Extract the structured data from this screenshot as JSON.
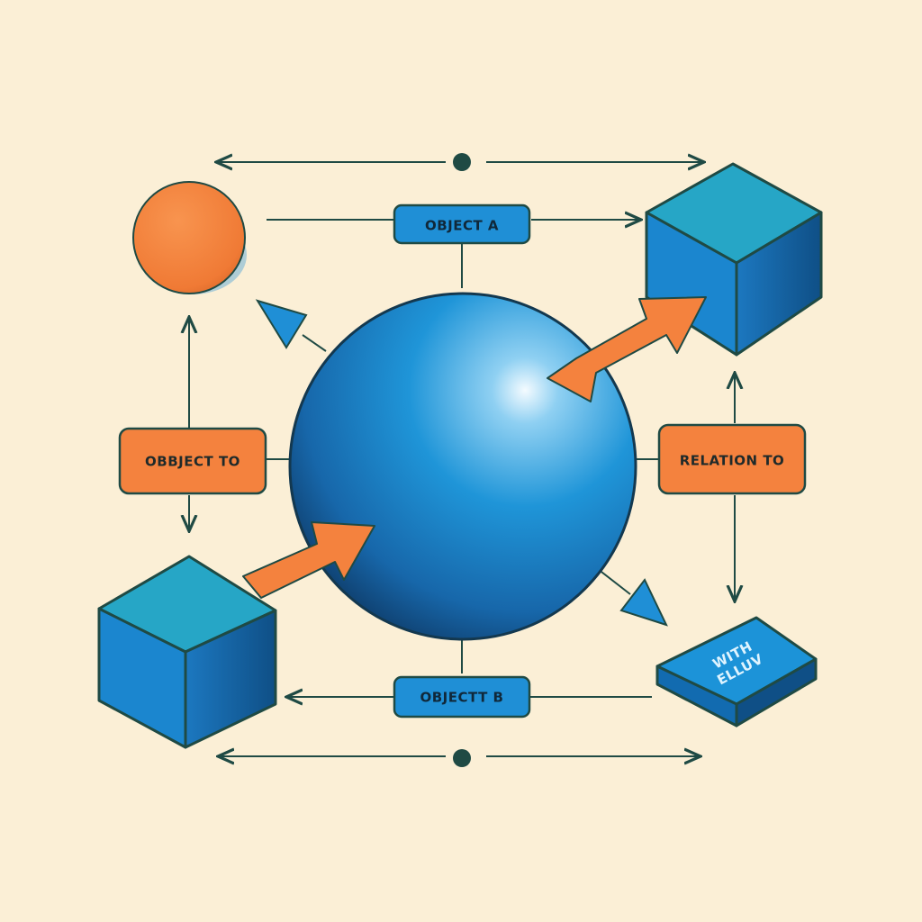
{
  "labels": {
    "object_a": "OBJECT A",
    "object_b": "OBJECTT B",
    "object_to": "OBBJECT TO",
    "relation_to": "RELATION TO",
    "plate_line1": "WITH",
    "plate_line2": "ELLUV"
  },
  "colors": {
    "background": "#fbefd6",
    "blue": "#1f8fd6",
    "blue_dark": "#135f99",
    "teal_top": "#2aa8c8",
    "orange": "#f4823e",
    "ink": "#1f4a44"
  }
}
